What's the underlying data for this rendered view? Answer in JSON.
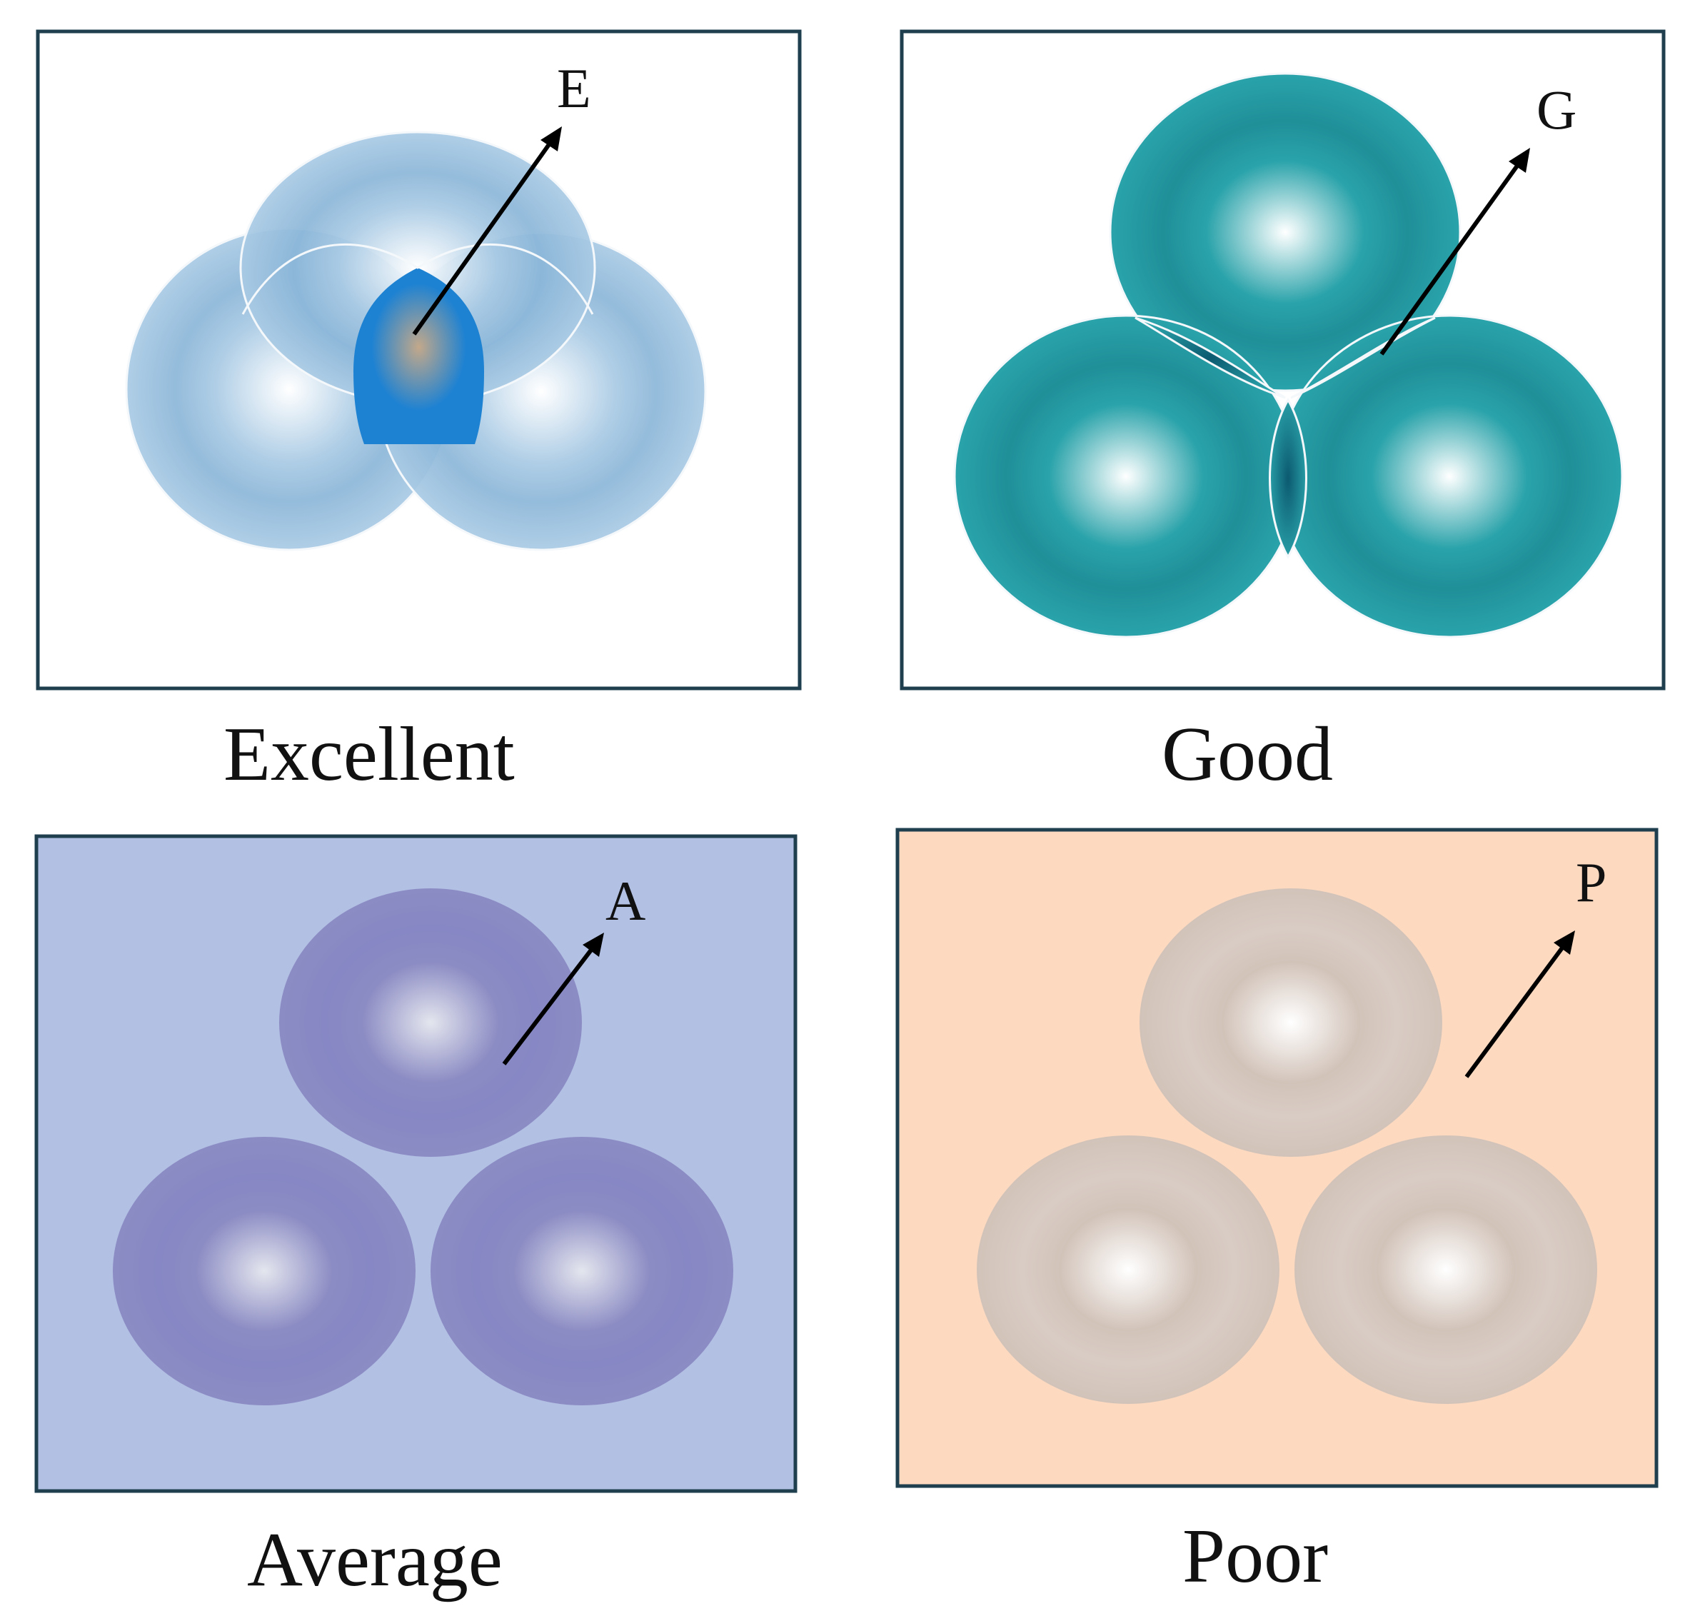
{
  "panels": [
    {
      "id": "excellent",
      "caption": "Excellent",
      "marker": "E",
      "background": "#ffffff",
      "border": "#1f3f4f",
      "sphere_edge": "#8bb6d8",
      "sphere_mid": "#a9cae4",
      "sphere_center": "#ffffff",
      "overlap_color": "#1e82d2",
      "overlap_center": "#c3a88a",
      "outline_color": "#f4f8fb"
    },
    {
      "id": "good",
      "caption": "Good",
      "marker": "G",
      "background": "#ffffff",
      "border": "#1f3f4f",
      "sphere_edge": "#1f8f98",
      "sphere_mid": "#2aa3aa",
      "sphere_center": "#ffffff",
      "neck_color": "#0c5a70",
      "outline_color": "#f4f8fb"
    },
    {
      "id": "average",
      "caption": "Average",
      "marker": "A",
      "background": "#b2c0e4",
      "border": "#1f3f4f",
      "sphere_edge": "#8687c4",
      "sphere_mid": "#8c8cc4",
      "sphere_center": "#e4e6ee"
    },
    {
      "id": "poor",
      "caption": "Poor",
      "marker": "P",
      "background": "#fdd9c0",
      "border": "#1f3f4f",
      "sphere_edge": "#d9ccc4",
      "sphere_mid": "#d2c3b9",
      "sphere_center": "#ffffff"
    }
  ]
}
